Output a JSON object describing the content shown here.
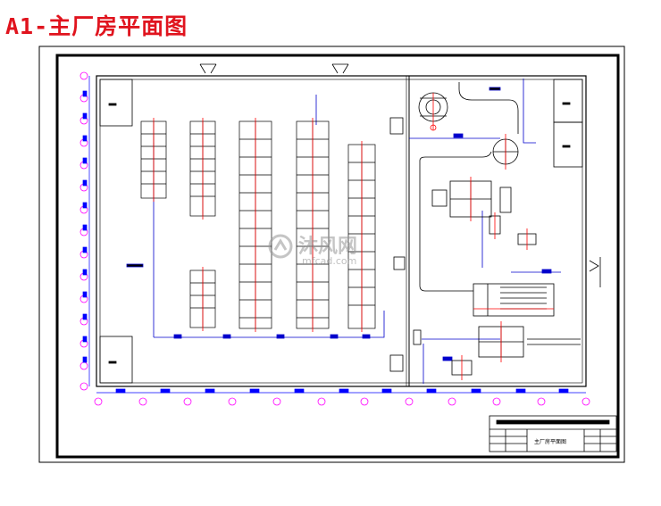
{
  "title": "A1-主厂房平面图",
  "title_block": {
    "drawing_name": "主厂房平面图"
  },
  "watermark": {
    "text": "沐风网",
    "site": "mfcad.com"
  },
  "colors": {
    "title": "#e0141e",
    "line": "#000000",
    "dimension": "#0000ff",
    "axis": "#ff00ff",
    "pipe": "#0000cc",
    "equipment": "#000000",
    "red_mark": "#ff0000"
  },
  "icons": [
    "door-swing-icon",
    "axis-bubble-icon",
    "watermark-logo-icon"
  ]
}
